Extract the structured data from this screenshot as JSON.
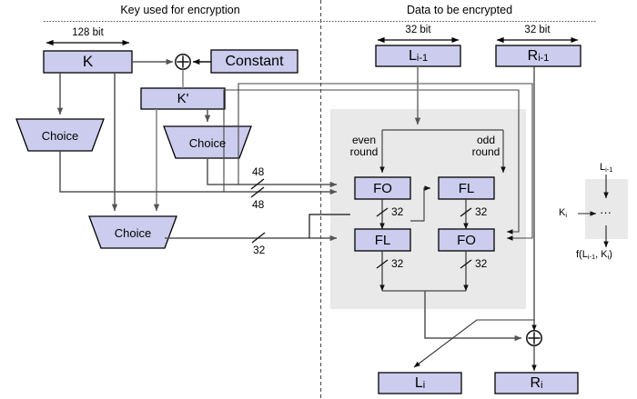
{
  "figure": {
    "left_section_title": "Key used for encryption",
    "right_section_title": "Data to be encrypted"
  },
  "key_side": {
    "dim_128": "128 bit",
    "k_box": "K",
    "constant_box": "Constant",
    "kprime_box": "K'",
    "choice_left": "Choice",
    "choice_mid": "Choice",
    "choice_bottom": "Choice",
    "xor_symbol": "+",
    "width_48_upper": "48",
    "width_48_lower": "48",
    "width_32": "32"
  },
  "data_side": {
    "dim_left": "32 bit",
    "dim_right": "32 bit",
    "input_left": "L",
    "input_left_sub": "i-1",
    "input_right": "R",
    "input_right_sub": "i-1",
    "even_round_line1": "even",
    "even_round_line2": "round",
    "odd_round_line1": "odd",
    "odd_round_line2": "round",
    "fo_even": "FO",
    "fl_odd": "FL",
    "fl_even": "FL",
    "fo_odd": "FO",
    "w_fo_even": "32",
    "w_fl_odd": "32",
    "w_fl_even": "32",
    "w_fo_odd": "32",
    "xor_symbol": "+",
    "output_left": "L",
    "output_left_sub": "i",
    "output_right": "R",
    "output_right_sub": "i"
  },
  "legend": {
    "input_label": "L",
    "input_sub": "i-1",
    "key_label": "K",
    "key_sub": "i",
    "ellipsis": "···",
    "caption_pre": "f(L",
    "caption_sub1": "i-1",
    "caption_mid": ", K",
    "caption_sub2": "i",
    "caption_post": ")"
  },
  "colors": {
    "box_fill": "#ccccee",
    "box_stroke": "#000000",
    "region_fill": "#e9e9e9",
    "wire": "#555555",
    "wire_dark": "#111111",
    "divider": "#666666",
    "background": "#ffffff"
  }
}
